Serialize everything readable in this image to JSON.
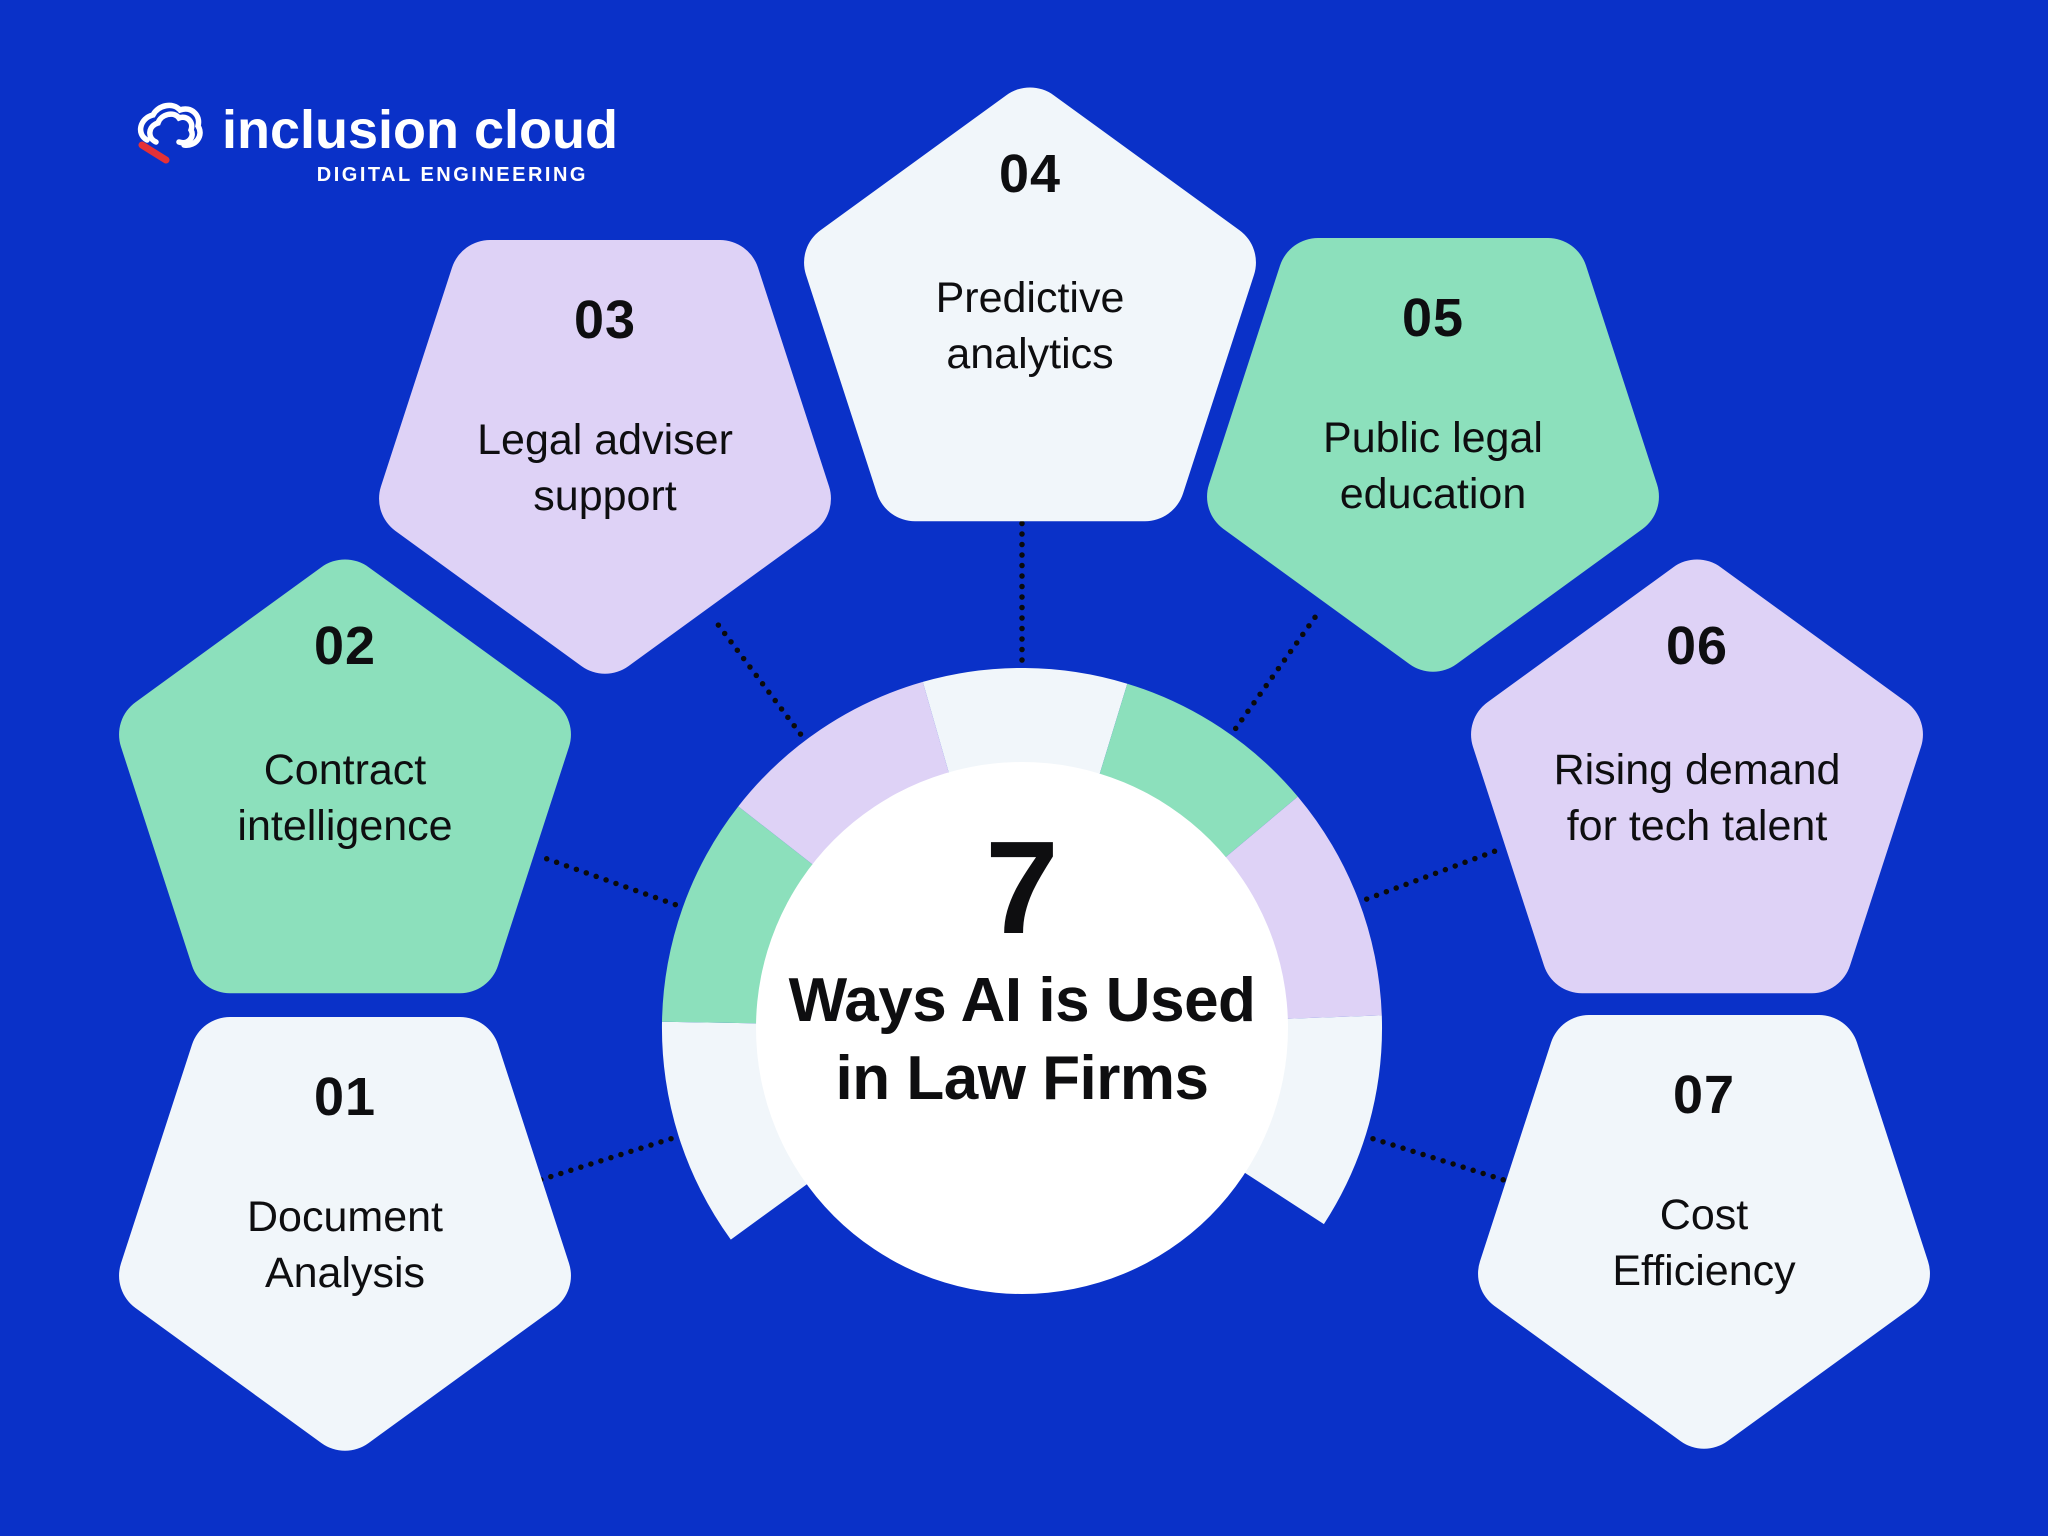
{
  "logo": {
    "brand": "inclusion cloud",
    "tagline": "DIGITAL ENGINEERING"
  },
  "center": {
    "number": "7",
    "title_line1": "Ways AI is Used",
    "title_line2": "in Law Firms"
  },
  "items": [
    {
      "number": "01",
      "label": "Document Analysis",
      "color": "#F1F6FA"
    },
    {
      "number": "02",
      "label": "Contract intelligence",
      "color": "#8CE0BC"
    },
    {
      "number": "03",
      "label": "Legal adviser support",
      "color": "#DED2F6"
    },
    {
      "number": "04",
      "label": "Predictive analytics",
      "color": "#F1F6FA"
    },
    {
      "number": "05",
      "label": "Public legal education",
      "color": "#8CE0BC"
    },
    {
      "number": "06",
      "label": "Rising demand for tech talent",
      "color": "#DED2F6"
    },
    {
      "number": "07",
      "label": "Cost Efficiency",
      "color": "#F1F6FA"
    }
  ],
  "colors": {
    "background": "#0A31C8",
    "mint": "#8CE0BC",
    "lavender": "#DED2F6",
    "offwhite": "#F1F6FA",
    "circle": "#FFFFFF",
    "ink": "#0E0E10",
    "dot": "#0B0B0B",
    "logo_red": "#E53137",
    "logo_white": "#FFFFFF"
  }
}
